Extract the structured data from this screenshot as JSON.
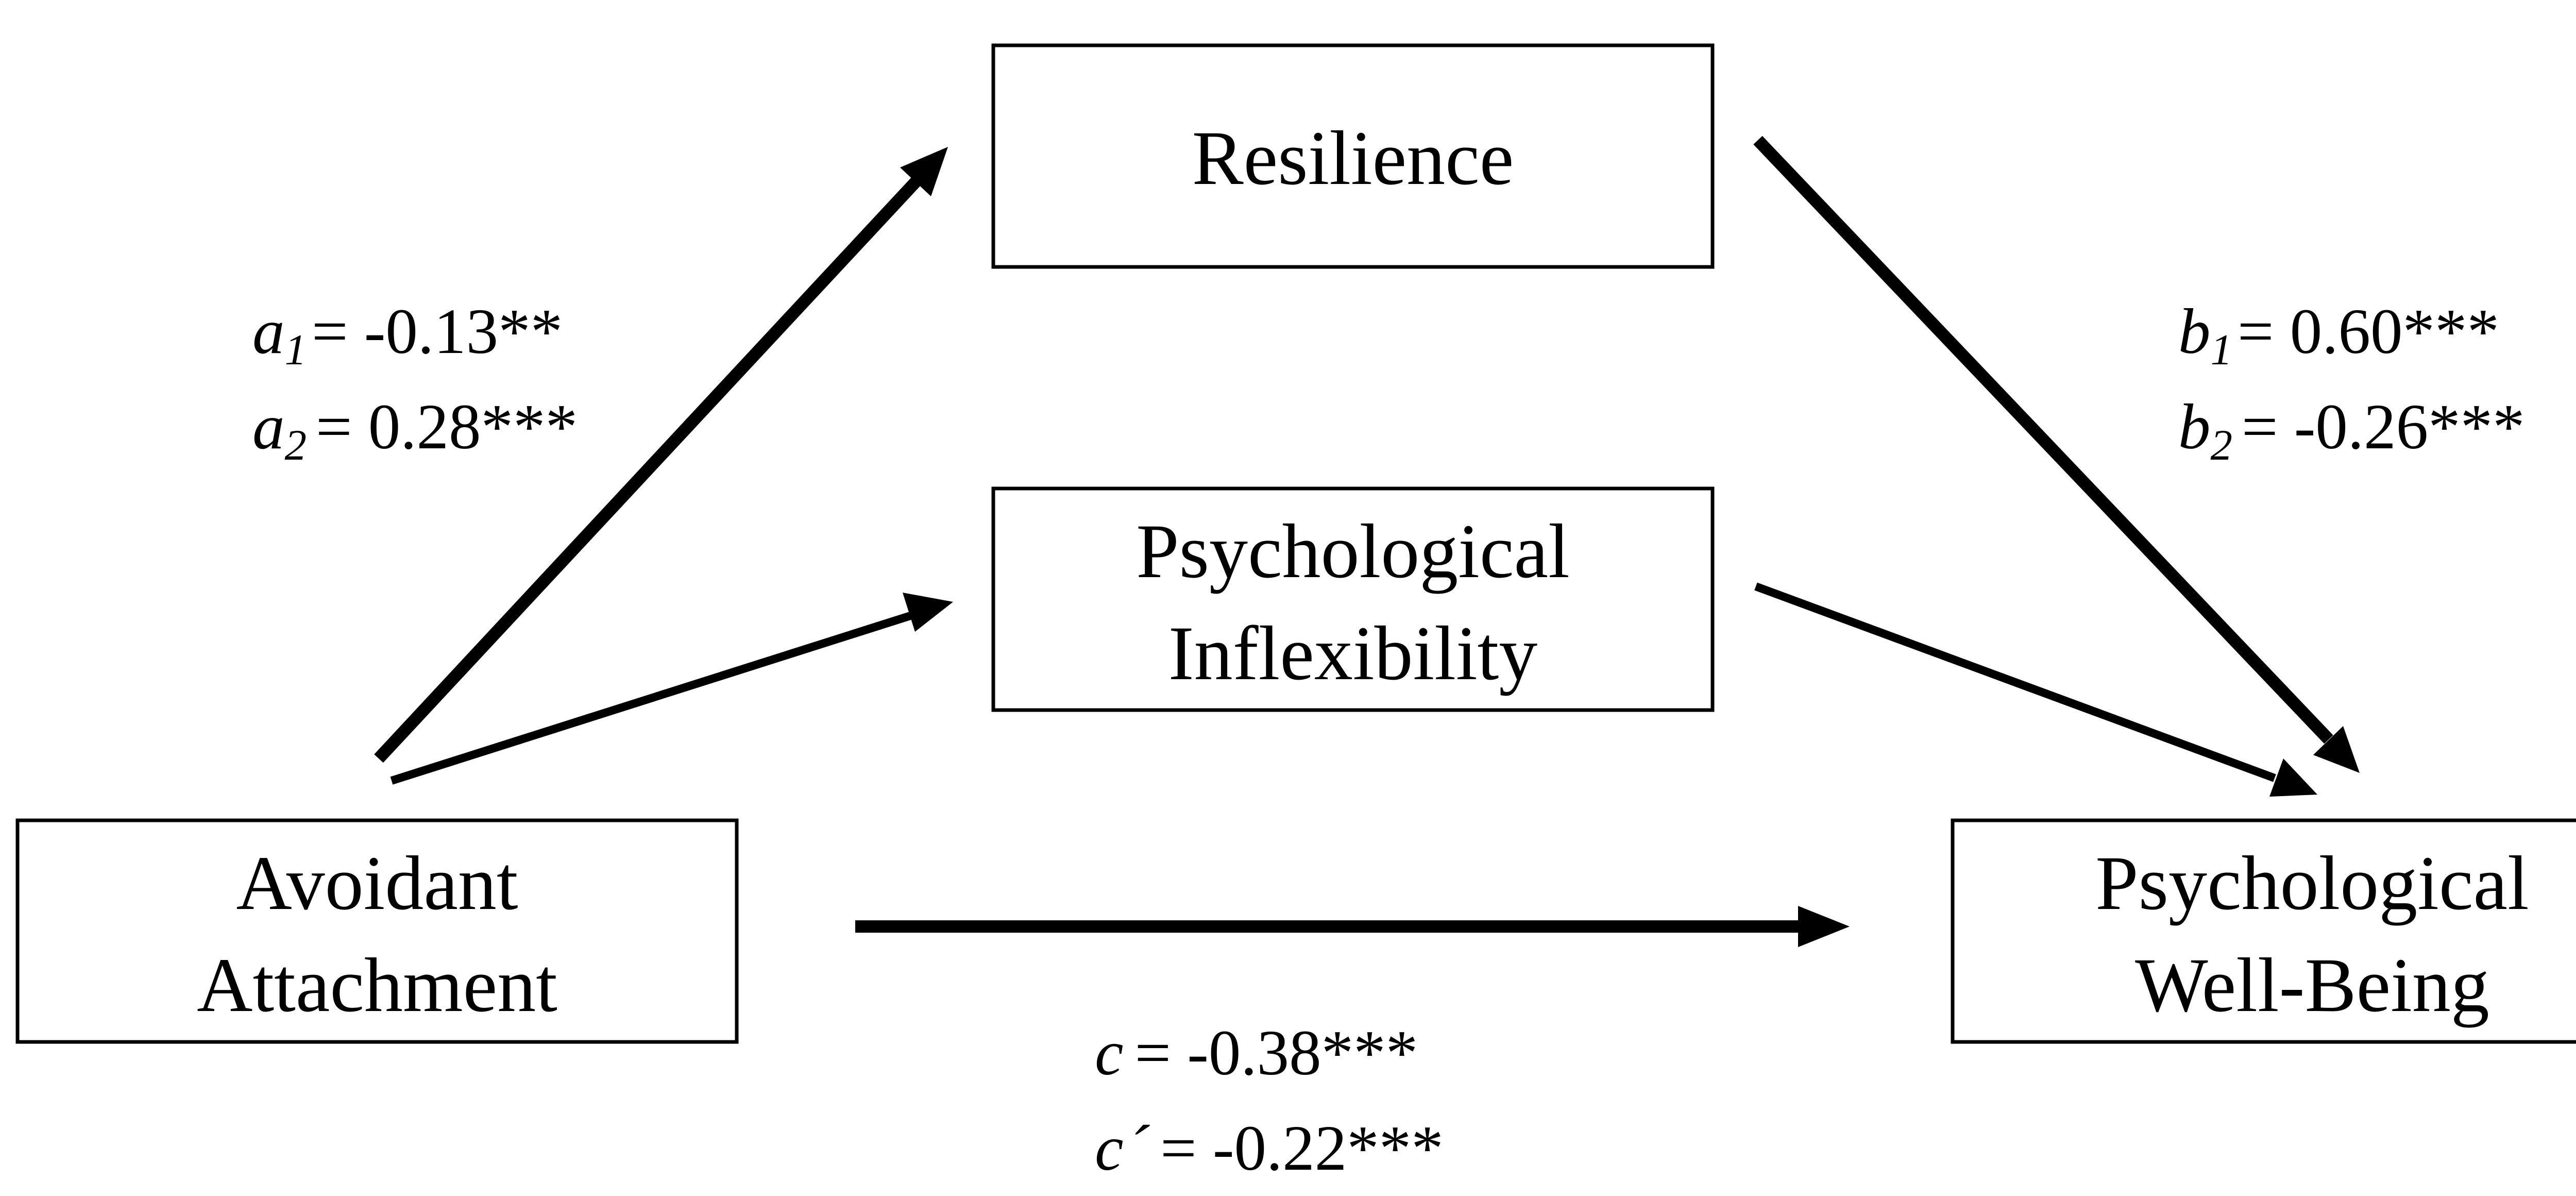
{
  "diagram": {
    "nodes": {
      "resilience": {
        "lines": [
          "Resilience"
        ]
      },
      "inflexibility": {
        "lines": [
          "Psychological",
          "Inflexibility"
        ]
      },
      "avoidant": {
        "lines": [
          "Avoidant",
          "Attachment"
        ]
      },
      "wellbeing": {
        "lines": [
          "Psychological",
          "Well-Being"
        ]
      }
    },
    "paths": {
      "a1": {
        "symbol": "a",
        "subscript": "1",
        "value": "= -0.13**"
      },
      "a2": {
        "symbol": "a",
        "subscript": "2",
        "value": "= 0.28***"
      },
      "b1": {
        "symbol": "b",
        "subscript": "1",
        "value": "= 0.60***"
      },
      "b2": {
        "symbol": "b",
        "subscript": "2",
        "value": "= -0.26***"
      },
      "c": {
        "symbol": "c",
        "value": "= -0.38***"
      },
      "c_prime": {
        "symbol": "c",
        "prime": "´",
        "value": "= -0.22***"
      }
    },
    "colors": {
      "stroke": "#000000",
      "background": "#ffffff"
    }
  }
}
